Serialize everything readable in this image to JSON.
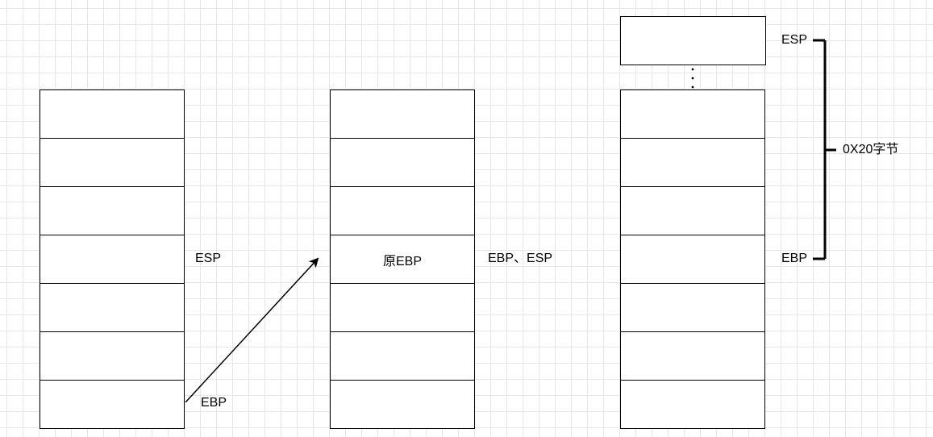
{
  "stack1": {
    "cells": [
      "",
      "",
      "",
      "",
      "",
      "",
      ""
    ],
    "esp_label": "ESP",
    "ebp_label": "EBP"
  },
  "stack2": {
    "cells": [
      "",
      "",
      "",
      "原EBP",
      "",
      "",
      ""
    ],
    "pointer_label": "EBP、ESP"
  },
  "stack3": {
    "cells": [
      "",
      "",
      "",
      "",
      "",
      "",
      ""
    ],
    "esp_label": "ESP",
    "ebp_label": "EBP",
    "size_label": "0X20字节"
  },
  "colors": {
    "line": "#000000",
    "grid": "#e6e6e6",
    "background": "#ffffff"
  }
}
